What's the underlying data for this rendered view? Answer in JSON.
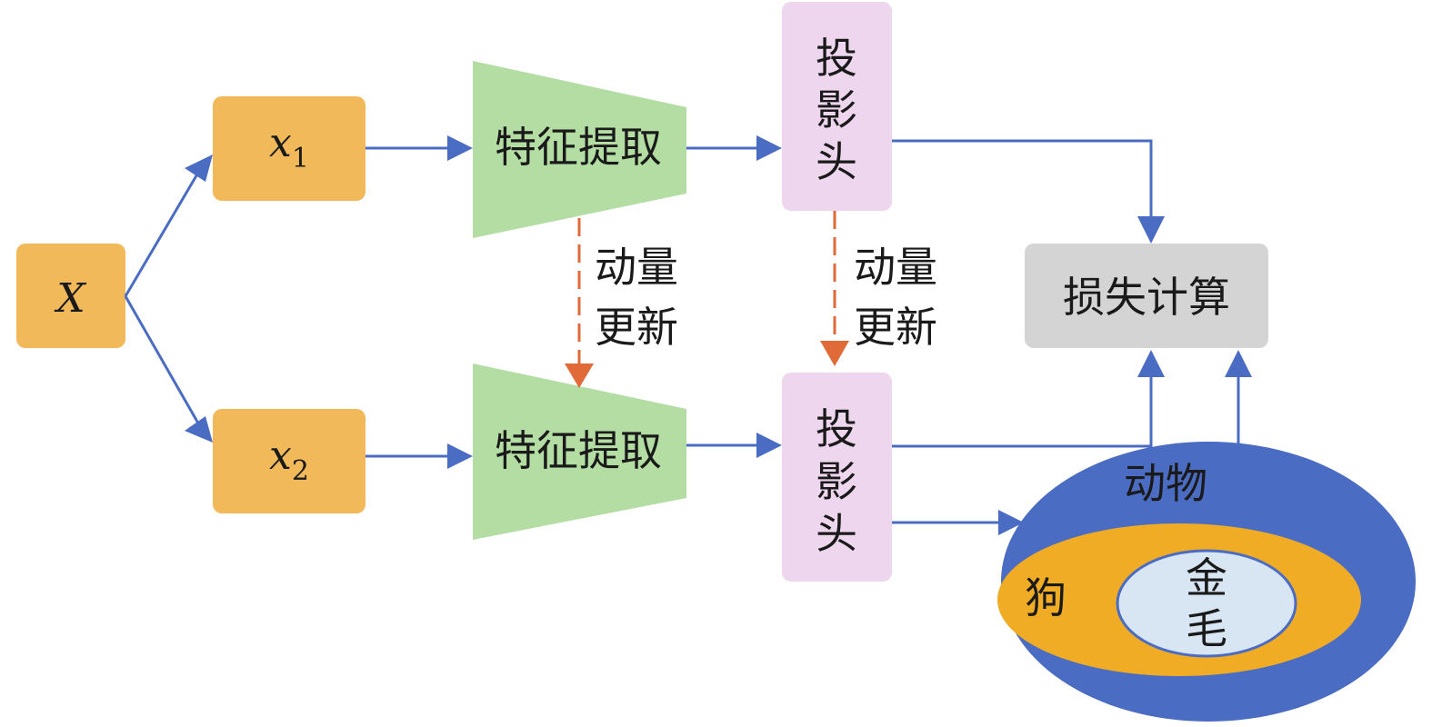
{
  "input": {
    "symbol": "X"
  },
  "views": [
    {
      "symbol": "x",
      "subscript": "1"
    },
    {
      "symbol": "x",
      "subscript": "2"
    }
  ],
  "encoders": [
    "特征提取",
    "特征提取"
  ],
  "projection_heads": [
    [
      "投",
      "影",
      "头"
    ],
    [
      "投",
      "影",
      "头"
    ]
  ],
  "momentum_update": {
    "encoder": [
      "动量",
      "更新"
    ],
    "projection": [
      "动量",
      "更新"
    ]
  },
  "loss": {
    "label": "损失计算"
  },
  "hierarchy": {
    "outer": "动物",
    "middle": "狗",
    "inner": [
      "金",
      "毛"
    ]
  },
  "colors": {
    "input_box": "#F2B95A",
    "encoder": "#B4DDA4",
    "projection": "#EED7EE",
    "loss_box": "#D4D4D4",
    "arrow": "#4A6CC3",
    "momentum_arrow": "#E06A38",
    "ellipse_outer": "#4A6CC3",
    "ellipse_middle": "#F0AC25",
    "ellipse_inner": "#D8E6F4"
  }
}
